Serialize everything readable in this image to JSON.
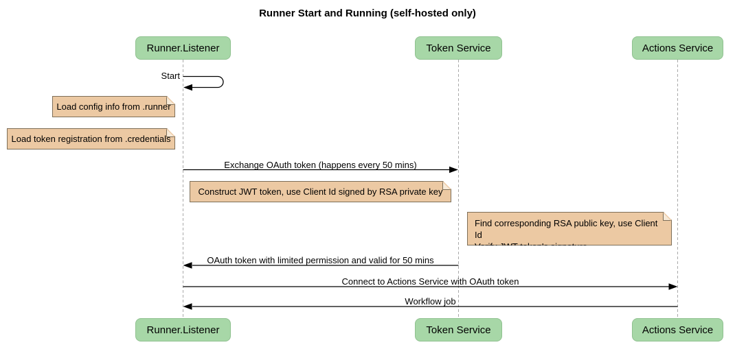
{
  "title": "Runner Start and Running (self-hosted only)",
  "participants": [
    {
      "name": "Runner.Listener"
    },
    {
      "name": "Token Service"
    },
    {
      "name": "Actions Service"
    }
  ],
  "messages": [
    {
      "label": "Start",
      "from": "Runner.Listener",
      "to": "Runner.Listener",
      "kind": "self-loop"
    },
    {
      "label": "Exchange OAuth token (happens every 50 mins)",
      "from": "Runner.Listener",
      "to": "Token Service",
      "kind": "solid-arrow"
    },
    {
      "label": "OAuth token with limited permission and valid for 50 mins",
      "from": "Token Service",
      "to": "Runner.Listener",
      "kind": "solid-arrow"
    },
    {
      "label": "Connect to Actions Service with OAuth token",
      "from": "Runner.Listener",
      "to": "Actions Service",
      "kind": "solid-arrow"
    },
    {
      "label": "Workflow job",
      "from": "Actions Service",
      "to": "Runner.Listener",
      "kind": "solid-arrow"
    }
  ],
  "notes": [
    {
      "text": "Load config info from .runner",
      "position": "left of Runner.Listener"
    },
    {
      "text": "Load token registration from .credentials",
      "position": "left of Runner.Listener"
    },
    {
      "text": "Construct JWT token, use Client Id signed by RSA private key",
      "position": "between Runner.Listener and Token Service"
    },
    {
      "lines": [
        "Find corresponding RSA public key, use Client Id",
        "Verify JWT token's signature"
      ],
      "position": "between Token Service and Actions Service"
    }
  ],
  "colors": {
    "participant_fill": "#a7d7a7",
    "note_fill": "#ecc9a3",
    "note_border": "#7d6e58",
    "lifeline": "#a9a9a9",
    "arrow": "#000000",
    "background": "#ffffff"
  }
}
